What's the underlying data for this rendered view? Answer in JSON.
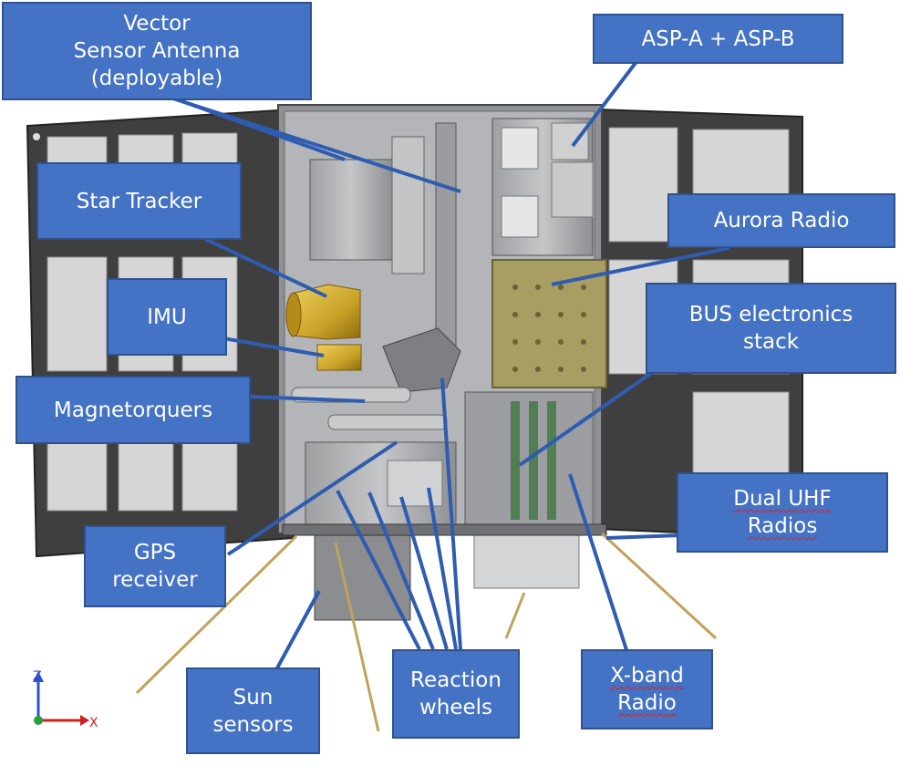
{
  "labels": {
    "vector_antenna": [
      "Vector",
      "Sensor Antenna",
      "(deployable)"
    ],
    "asp": "ASP-A + ASP-B",
    "star_tracker": "Star Tracker",
    "aurora_radio": "Aurora Radio",
    "imu": "IMU",
    "bus_electronics": [
      "BUS electronics",
      "stack"
    ],
    "magnetorquers": "Magnetorquers",
    "dual_uhf": [
      "Dual UHF",
      "Radios"
    ],
    "gps": [
      "GPS",
      "receiver"
    ],
    "sun_sensors": [
      "Sun",
      "sensors"
    ],
    "reaction_wheels": [
      "Reaction",
      "wheels"
    ],
    "xband": [
      "X-band",
      "Radio"
    ]
  },
  "axes": {
    "z": "Z",
    "x": "X"
  },
  "colors": {
    "label_fill": "#4472c4",
    "label_border": "#2f528f",
    "panel_frame": "#4a4a4a",
    "solar_cell": "#d4d4d4",
    "body_grey": "#a9abad",
    "gold": "#c9a227",
    "aurora_box": "#a89d62",
    "antenna_rod": "#c2a25a"
  }
}
